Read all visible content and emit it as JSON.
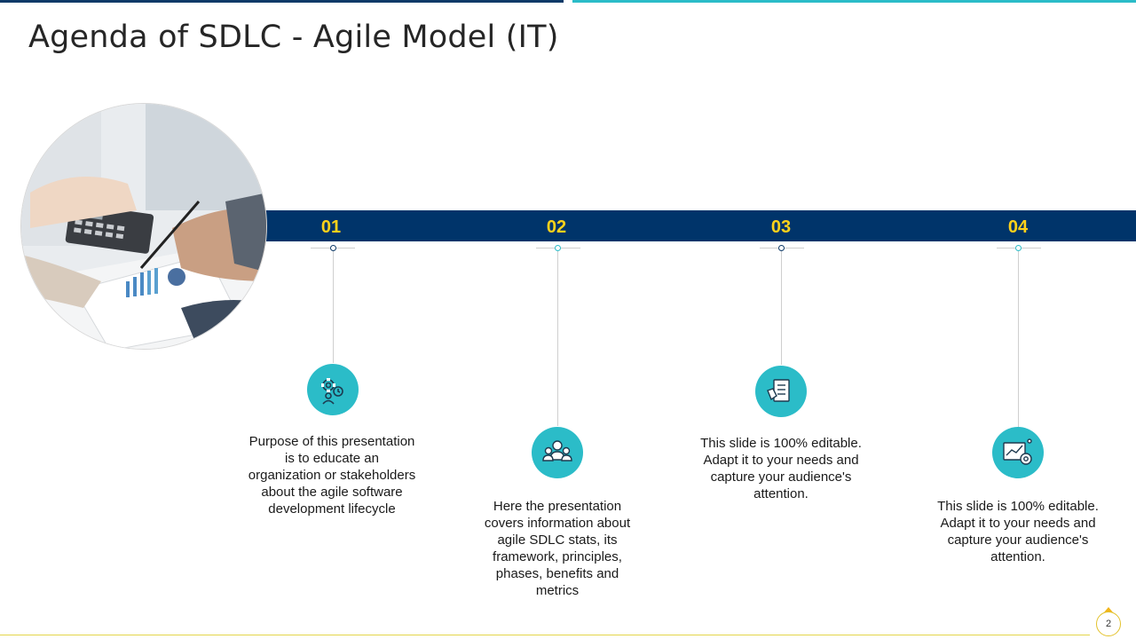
{
  "slide": {
    "title": "Agenda of SDLC - Agile Model (IT)",
    "page_number": "2"
  },
  "colors": {
    "navy": "#00346a",
    "teal": "#2bbcc8",
    "yellow": "#ffd21a"
  },
  "image": {
    "icon": "business-desk-photo"
  },
  "agenda": [
    {
      "number": "01",
      "icon": "gears-person-icon",
      "text": "Purpose of this presentation is to educate an organization or stakeholders about the agile software development lifecycle"
    },
    {
      "number": "02",
      "icon": "team-people-icon",
      "text": "Here the presentation covers information about agile SDLC stats, its framework, principles, phases, benefits and metrics"
    },
    {
      "number": "03",
      "icon": "document-checklist-icon",
      "text": "This slide is 100% editable. Adapt it to your needs and capture your audience's attention."
    },
    {
      "number": "04",
      "icon": "chart-gear-icon",
      "text": "This slide is 100% editable. Adapt it to your needs and capture your audience's attention."
    }
  ]
}
